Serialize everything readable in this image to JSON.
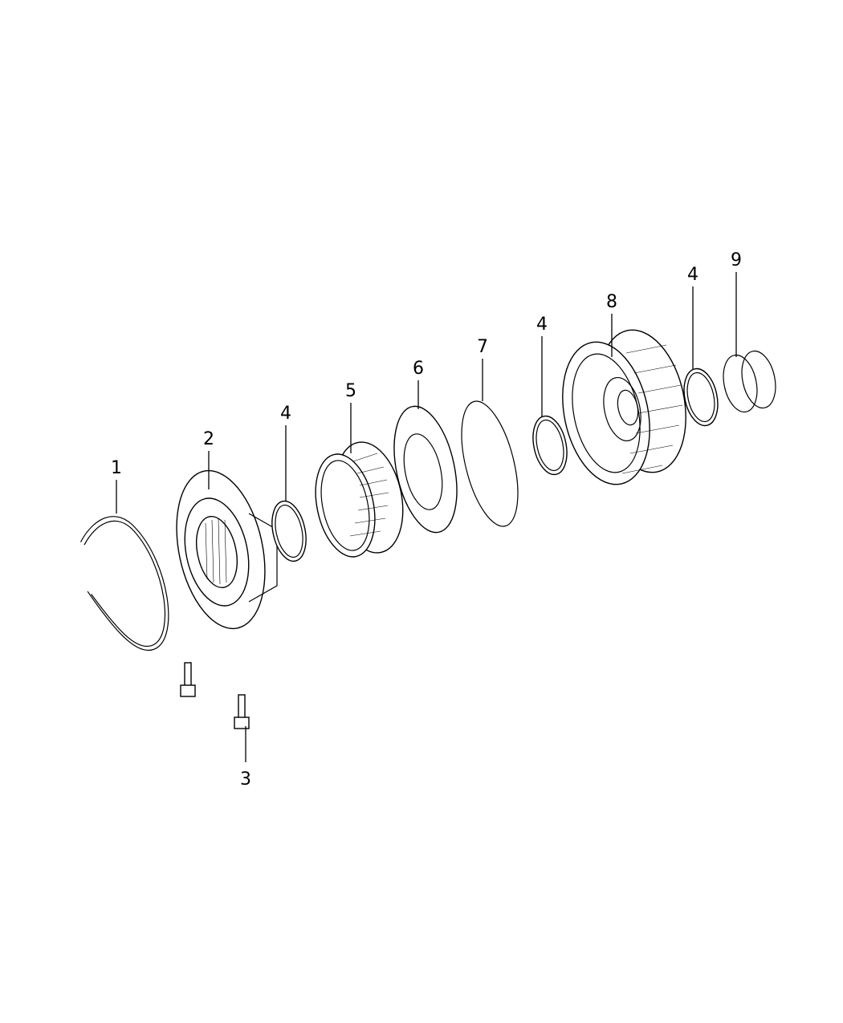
{
  "diagram": {
    "callouts": [
      {
        "id": "1",
        "text": "1"
      },
      {
        "id": "2",
        "text": "2"
      },
      {
        "id": "3",
        "text": "3"
      },
      {
        "id": "4a",
        "text": "4"
      },
      {
        "id": "5",
        "text": "5"
      },
      {
        "id": "6",
        "text": "6"
      },
      {
        "id": "7",
        "text": "7"
      },
      {
        "id": "4b",
        "text": "4"
      },
      {
        "id": "8",
        "text": "8"
      },
      {
        "id": "4c",
        "text": "4"
      },
      {
        "id": "9",
        "text": "9"
      }
    ]
  }
}
